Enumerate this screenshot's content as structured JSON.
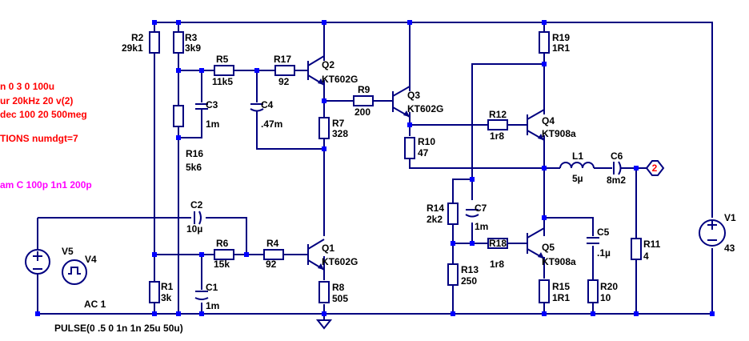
{
  "directives": {
    "tran": "n 0 3 0 100u",
    "four": "ur 20kHz 20 v(2)",
    "ac": "dec 100 20 500meg",
    "options": "TIONS numdgt=7",
    "step": "am C 100p 1n1 200p"
  },
  "sources": {
    "v1": {
      "name": "V1",
      "value": "43"
    },
    "v4": {
      "name": "V4"
    },
    "v5": {
      "name": "V5"
    },
    "v5_ac": "AC 1",
    "pulse": "PULSE(0 .5 0 1n 1n 25u 50u)"
  },
  "components": {
    "r1": {
      "name": "R1",
      "value": "3k"
    },
    "r2": {
      "name": "R2",
      "value": "29k1"
    },
    "r3": {
      "name": "R3",
      "value": "3k9"
    },
    "r4": {
      "name": "R4",
      "value": "92"
    },
    "r5": {
      "name": "R5",
      "value": "11k5"
    },
    "r6": {
      "name": "R6",
      "value": "15k"
    },
    "r7": {
      "name": "R7",
      "value": "328"
    },
    "r8": {
      "name": "R8",
      "value": "505"
    },
    "r9": {
      "name": "R9",
      "value": "200"
    },
    "r10": {
      "name": "R10",
      "value": "47"
    },
    "r11": {
      "name": "R11",
      "value": "4"
    },
    "r12": {
      "name": "R12",
      "value": "1r8"
    },
    "r13": {
      "name": "R13",
      "value": "250"
    },
    "r14": {
      "name": "R14",
      "value": "2k2"
    },
    "r15": {
      "name": "R15",
      "value": "1R1"
    },
    "r16": {
      "name": "R16",
      "value": "5k6"
    },
    "r17": {
      "name": "R17",
      "value": "92"
    },
    "r18": {
      "name": "R18",
      "value": "1r8"
    },
    "r19": {
      "name": "R19",
      "value": "1R1"
    },
    "r20": {
      "name": "R20",
      "value": "10"
    },
    "c1": {
      "name": "C1",
      "value": "1m"
    },
    "c2": {
      "name": "C2",
      "value": "10µ"
    },
    "c3": {
      "name": "C3",
      "value": "1m"
    },
    "c4": {
      "name": "C4",
      "value": ".47m"
    },
    "c5": {
      "name": "C5",
      "value": ".1µ"
    },
    "c6": {
      "name": "C6",
      "value": "8m2"
    },
    "c7": {
      "name": "C7",
      "value": "1m"
    },
    "l1": {
      "name": "L1",
      "value": "5µ"
    },
    "q1": {
      "name": "Q1",
      "model": "KT602G"
    },
    "q2": {
      "name": "Q2",
      "model": "KT602G"
    },
    "q3": {
      "name": "Q3",
      "model": "KT602G"
    },
    "q4": {
      "name": "Q4",
      "model": "KT908a"
    },
    "q5": {
      "name": "Q5",
      "model": "KT908a"
    }
  },
  "output_node": "2",
  "colors": {
    "wire": "#000080",
    "node": "#0000ff",
    "label": "#000000",
    "directive": "#ff0000",
    "step_directive": "#ff00ff",
    "flag_text": "#ff0000"
  }
}
